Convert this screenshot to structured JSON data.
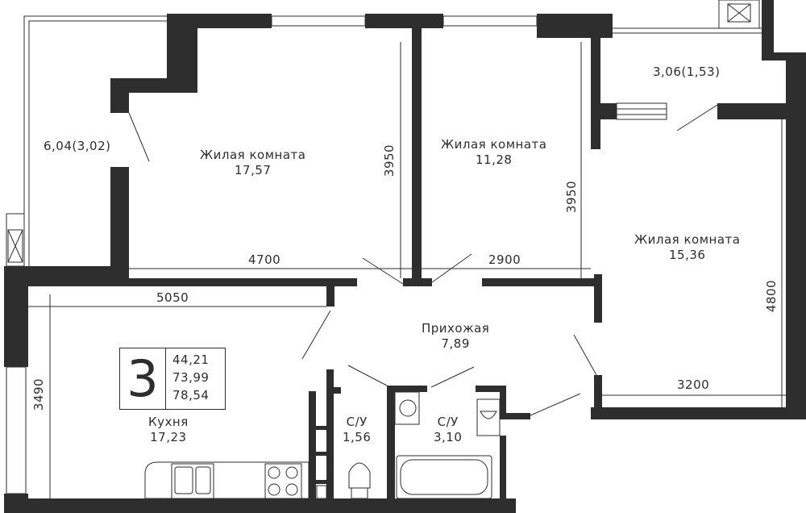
{
  "colors": {
    "wall": "#2e2e2e",
    "line": "#2e2e2e",
    "background": "#ffffff"
  },
  "info": {
    "rooms": "3",
    "living_area": "44,21",
    "total_area": "73,99",
    "total_with_balconies": "78,54"
  },
  "rooms": {
    "living1": {
      "name": "Жилая комната",
      "area": "17,57"
    },
    "living2": {
      "name": "Жилая комната",
      "area": "11,28"
    },
    "living3": {
      "name": "Жилая комната",
      "area": "15,36"
    },
    "hall": {
      "name": "Прихожая",
      "area": "7,89"
    },
    "kitchen": {
      "name": "Кухня",
      "area": "17,23"
    },
    "wc1": {
      "name": "С/У",
      "area": "1,56"
    },
    "wc2": {
      "name": "С/У",
      "area": "3,10"
    },
    "balcony_left": {
      "area": "6,04(3,02)"
    },
    "balcony_right": {
      "area": "3,06(1,53)"
    }
  },
  "dimensions": {
    "d1": "4700",
    "d2": "3950",
    "d3": "2900",
    "d4": "3950",
    "d5": "5050",
    "d6": "3490",
    "d7": "4800",
    "d8": "3200"
  }
}
